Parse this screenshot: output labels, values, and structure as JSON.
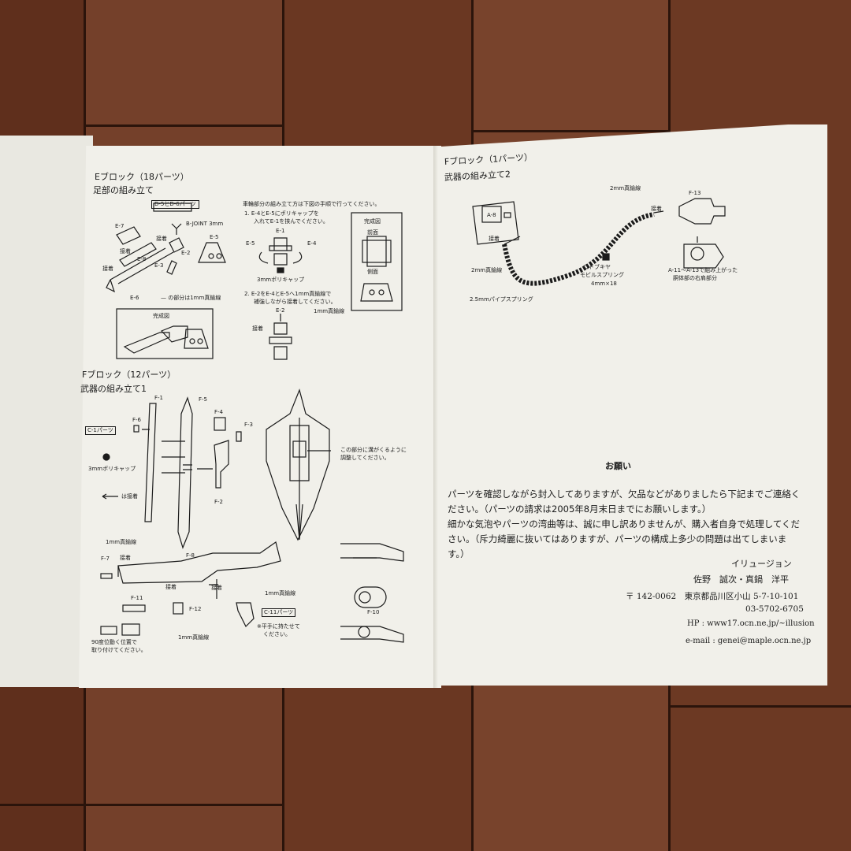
{
  "colors": {
    "wood": "#6e3a24",
    "paper": "#f1f0ea",
    "ink": "#1b1b1b"
  },
  "left_page": {
    "e_block": {
      "heading": "Eブロック（18パーツ）",
      "subheading": "足部の組み立て",
      "parts_box": "D-5とD-6パーツ",
      "labels": {
        "bjoint": "B-JOINT 3mm",
        "e7": "E-7",
        "e5": "E-5",
        "e2": "E-2",
        "e8": "E-8",
        "e3": "E-3",
        "e6": "E-6",
        "glue1": "接着",
        "glue2": "接着",
        "glue3": "接着"
      },
      "note": "— の部分は1mm真鍮線",
      "complete_label": "完成図",
      "wheel_intro": "車輪部分の組み立て方は下図の手順で行ってください。",
      "step1": "1.  E-4とE-5にポリキャップを",
      "step1b": "入れてE-1を挟んでください。",
      "step2": "2.  E-2をE-4とE-5へ1mm真鍮線で",
      "step2b": "補強しながら接着してください。",
      "wheel_labels": {
        "e1": "E-1",
        "e5": "E-5",
        "e4": "E-4",
        "poly": "3mmポリキャップ",
        "e2": "E-2",
        "wire": "1mm真鍮線",
        "glue": "接着"
      },
      "complete_box": {
        "title": "完成図",
        "front": "前面",
        "side": "側面"
      }
    },
    "f_block1": {
      "heading": "Fブロック（12パーツ）",
      "subheading": "武器の組み立て1",
      "labels": {
        "f1": "F-1",
        "f5": "F-5",
        "f4": "F-4",
        "f3": "F-3",
        "f6": "F-6",
        "c1": "C-1パーツ",
        "f2": "F-2",
        "poly": "3mmポリキャップ",
        "glue_arrow": "は接着",
        "groove1": "この部分に溝がくるように",
        "groove2": "調整してください。",
        "wire_top": "1mm真鍮線",
        "f7": "F-7",
        "f8": "F-8",
        "glue_a": "接着",
        "glue_b": "接着",
        "glue_c": "接着",
        "f11": "F-11",
        "f12": "F-12",
        "wire_mid": "1mm真鍮線",
        "c11": "C-11パーツ",
        "wire_bot": "1mm真鍮線",
        "flat1": "※平手に持たせて",
        "flat2": "ください。",
        "angle1": "90度位動く位置で",
        "angle2": "取り付けてください。",
        "f10": "F-10"
      }
    }
  },
  "right_page": {
    "f_block2": {
      "heading": "Fブロック（1パーツ）",
      "subheading": "武器の組み立て2",
      "labels": {
        "a8": "A-8",
        "wire2": "2mm真鍮線",
        "wire2b": "2mm真鍮線",
        "f13": "F-13",
        "glue_a": "接着",
        "glue_b": "接着",
        "spring1": "コトブキヤ",
        "spring2": "モビルスプリング",
        "spring3": "4mm×18",
        "pipe": "2.5mmパイプスプリング",
        "torso1": "A-11～A-13で組み上がった",
        "torso2": "胴体部の右肩部分"
      }
    },
    "notice": {
      "title": "お願い",
      "p1": "パーツを確認しながら封入してありますが、欠品などがありましたら下記までご連絡ください。（パーツの請求は2005年8月末日までにお願いします。）",
      "p2": "細かな気泡やパーツの湾曲等は、誠に申し訳ありませんが、購入者自身で処理してください。（斥力綺麗に抜いてはありますが、パーツの構成上多少の問題は出てしまいます。）"
    },
    "contact": {
      "company": "イリュージョン",
      "names": "佐野　誠次・真鍋　洋平",
      "postal": "〒 142-0062　東京都品川区小山 5-7-10-101",
      "phone": "03-5702-6705",
      "hp": "HP : www17.ocn.ne.jp/~illusion",
      "email": "e-mail : genei@maple.ocn.ne.jp"
    }
  }
}
